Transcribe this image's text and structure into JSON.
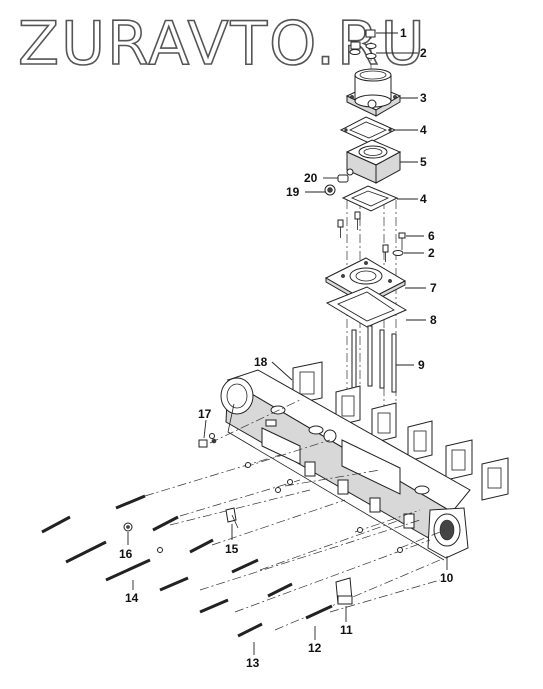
{
  "watermark": "ZURAVTO.RU",
  "callouts": [
    "1",
    "2",
    "3",
    "4",
    "5",
    "4",
    "20",
    "19",
    "6",
    "2",
    "7",
    "8",
    "9",
    "18",
    "17",
    "10",
    "16",
    "15",
    "14",
    "11",
    "12",
    "13"
  ]
}
